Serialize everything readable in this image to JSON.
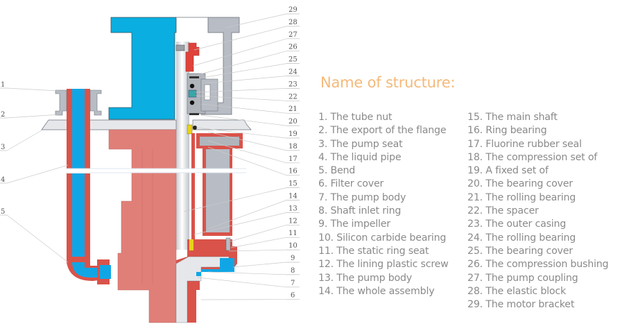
{
  "legend": {
    "title": "Name of structure:",
    "items": [
      "1. The tube nut",
      "2. The export of the flange",
      "3. The pump seat",
      "4. The liquid pipe",
      "5. Bend",
      "6. Filter cover",
      "7. The pump body",
      "8. Shaft inlet ring",
      "9. The impeller",
      "10. Silicon carbide bearing",
      "11. The static ring seat",
      "12. The lining plastic screw",
      "13. The pump body",
      "14. The whole assembly",
      "15. The main shaft",
      "16. Ring bearing",
      "17. Fluorine rubber seal",
      "18. The compression set of",
      "19. A fixed set of",
      "20. The bearing cover",
      "21. The rolling bearing",
      "22. The spacer",
      "23. The outer casing",
      "24. The rolling bearing",
      "25. The bearing cover",
      "26. The compression bushing",
      "27. The pump coupling",
      "28. The elastic block",
      "29. The motor bracket"
    ]
  },
  "diagram": {
    "left_callouts": [
      "1",
      "2",
      "3",
      "4",
      "5"
    ],
    "right_callouts": [
      "29",
      "28",
      "27",
      "26",
      "25",
      "24",
      "23",
      "22",
      "21",
      "20",
      "19",
      "18",
      "17",
      "16",
      "15",
      "14",
      "13",
      "12",
      "11",
      "10",
      "9",
      "8",
      "7",
      "6"
    ],
    "colors": {
      "motor": "#0aaee0",
      "pump_body": "#e07f78",
      "lining": "#d9534a",
      "liquid": "#10a6e6",
      "steel": "#b8bcc4",
      "plate": "#e6e7ea",
      "seal": "#e8d21a",
      "title": "#f5b97a",
      "text": "#8a8a8a"
    }
  }
}
